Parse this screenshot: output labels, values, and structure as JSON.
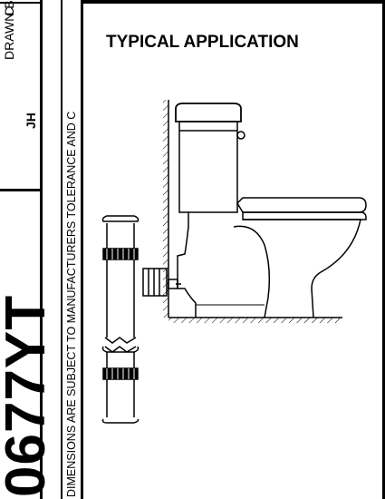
{
  "title_block": {
    "part_number": "0677YT",
    "drawn_by_label": "DRAWN BY:",
    "drawn_by_value": "JH",
    "corner_text": "C"
  },
  "side_note": "DIMENSIONS ARE SUBJECT TO MANUFACTURERS TOLERANCE AND C",
  "section": {
    "title": "TYPICAL APPLICATION"
  },
  "colors": {
    "line": "#000000",
    "background": "#ffffff"
  }
}
